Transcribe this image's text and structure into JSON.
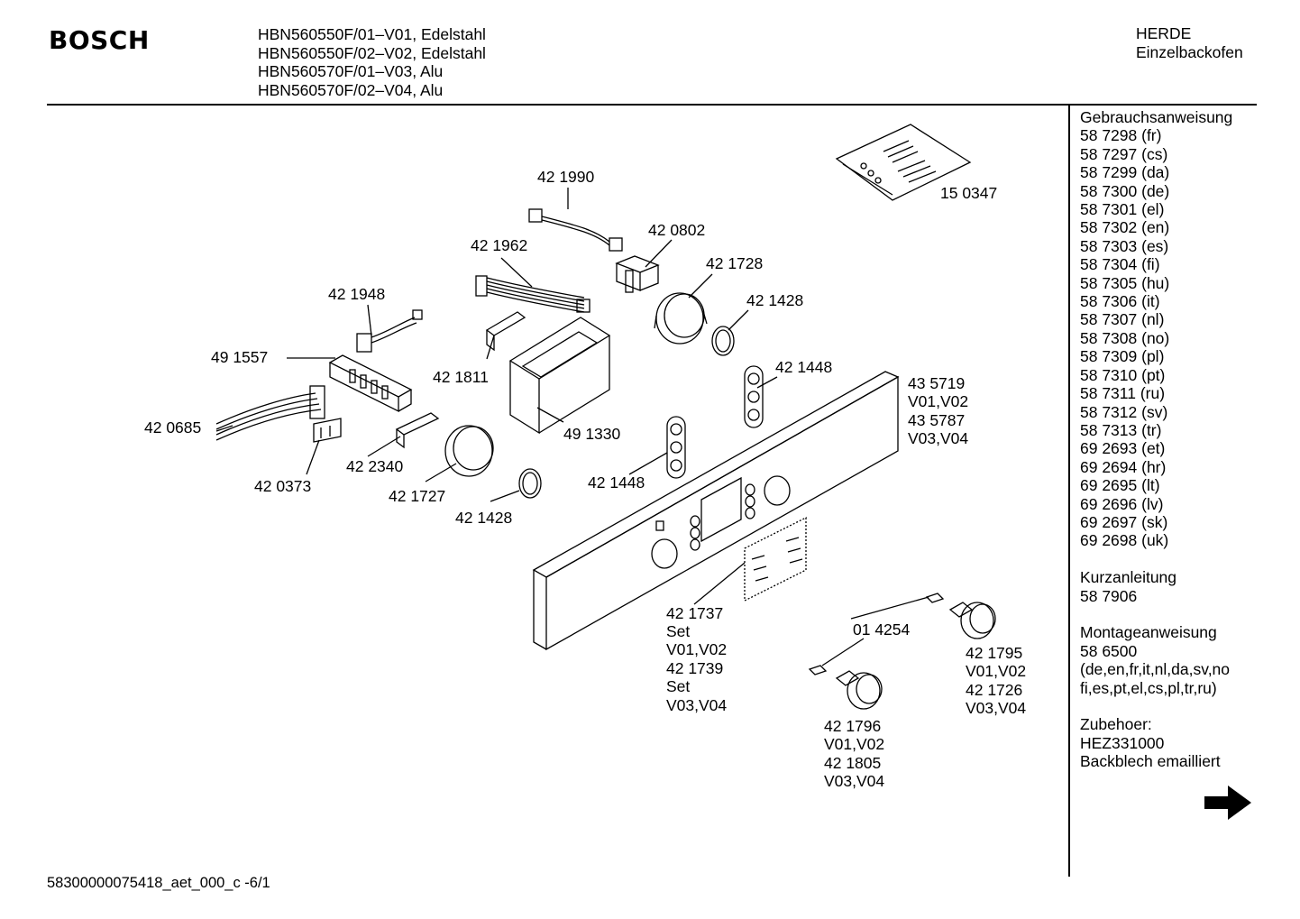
{
  "header": {
    "logo": "BOSCH",
    "models": [
      "HBN560550F/01–V01, Edelstahl",
      "HBN560550F/02–V02, Edelstahl",
      "HBN560570F/01–V03, Alu",
      "HBN560570F/02–V04, Alu"
    ],
    "category": "HERDE",
    "subcategory": "Einzelbackofen"
  },
  "sidebar": {
    "manual_title": "Gebrauchsanweisung",
    "manual_items": [
      "58 7298 (fr)",
      "58 7297 (cs)",
      "58 7299 (da)",
      "58 7300 (de)",
      "58 7301 (el)",
      "58 7302 (en)",
      "58 7303 (es)",
      "58 7304 (fi)",
      "58 7305 (hu)",
      "58 7306 (it)",
      "58 7307 (nl)",
      "58 7308 (no)",
      "58 7309 (pl)",
      "58 7310 (pt)",
      "58 7311 (ru)",
      "58 7312 (sv)",
      "58 7313 (tr)",
      "69 2693 (et)",
      "69 2694 (hr)",
      "69 2695 (lt)",
      "69 2696 (lv)",
      "69 2697 (sk)",
      "69 2698 (uk)"
    ],
    "quick_title": "Kurzanleitung",
    "quick_number": "58 7906",
    "mount_title": "Montageanweisung",
    "mount_number": "58 6500",
    "mount_langs_1": "(de,en,fr,it,nl,da,sv,no",
    "mount_langs_2": "fi,es,pt,el,cs,pl,tr,ru)",
    "acc_title": "Zubehoer:",
    "acc_number": "HEZ331000",
    "acc_desc": "Backblech emailliert",
    "next_icon": "arrow-right-icon"
  },
  "parts": {
    "p150347": "15 0347",
    "p421990": "42 1990",
    "p420802": "42 0802",
    "p421962": "42 1962",
    "p421728": "42 1728",
    "p421428a": "42 1428",
    "p421948": "42 1948",
    "p491557": "49 1557",
    "p421811": "42 1811",
    "p421448a": "42 1448",
    "p435719": "43 5719",
    "v0102a": "V01,V02",
    "p435787": "43 5787",
    "v0304a": "V03,V04",
    "p420685": "42 0685",
    "p491330": "49 1330",
    "p422340": "42 2340",
    "p421727": "42 1727",
    "p420373": "42 0373",
    "p421448b": "42 1448",
    "p421428b": "42 1428",
    "p421737": "42 1737",
    "set1": "Set",
    "v0102b": "V01,V02",
    "p421739": "42 1739",
    "set2": "Set",
    "v0304b": "V03,V04",
    "p014254": "01 4254",
    "p421795": "42 1795",
    "v0102c": "V01,V02",
    "p421726": "42 1726",
    "v0304c": "V03,V04",
    "p421796": "42 1796",
    "v0102d": "V01,V02",
    "p421805": "42 1805",
    "v0304d": "V03,V04"
  },
  "footer": {
    "doc_id": "58300000075418_aet_000_c -6/1"
  }
}
